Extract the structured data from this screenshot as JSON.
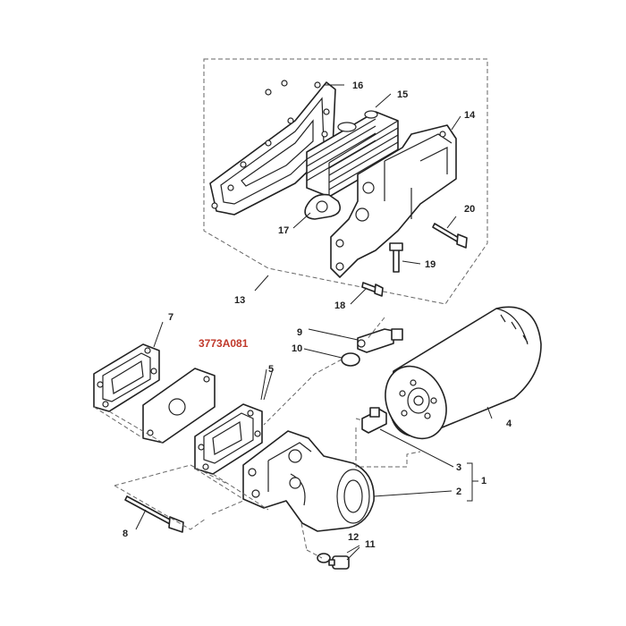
{
  "diagram": {
    "part_number": "3773A081",
    "highlight_color": "#c0392b",
    "callouts": {
      "c1": "1",
      "c2": "2",
      "c3": "3",
      "c4": "4",
      "c5": "5",
      "c6": "5",
      "c7": "7",
      "c8": "8",
      "c9": "9",
      "c10": "10",
      "c11": "11",
      "c12": "12",
      "c13": "13",
      "c14": "14",
      "c15": "15",
      "c16": "16",
      "c17": "17",
      "c18": "18",
      "c19": "19",
      "c20": "20"
    }
  }
}
